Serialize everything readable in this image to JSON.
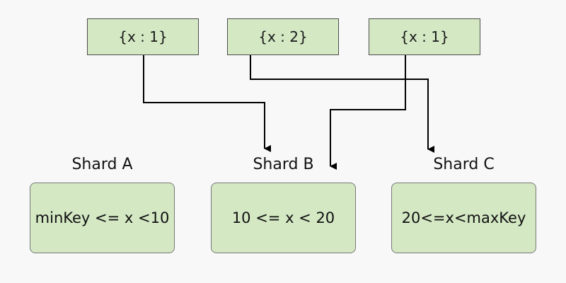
{
  "colors": {
    "background": "#f8f8f8",
    "box_fill": "#d4e8c4",
    "line": "#000000"
  },
  "documents": [
    {
      "label": "{x : 1}"
    },
    {
      "label": "{x : 2}"
    },
    {
      "label": "{x : 1}"
    }
  ],
  "shards": [
    {
      "name": "Shard A",
      "range": "minKey <= x <10"
    },
    {
      "name": "Shard B",
      "range": "10 <= x < 20"
    },
    {
      "name": "Shard C",
      "range": "20<=x<maxKey"
    }
  ]
}
